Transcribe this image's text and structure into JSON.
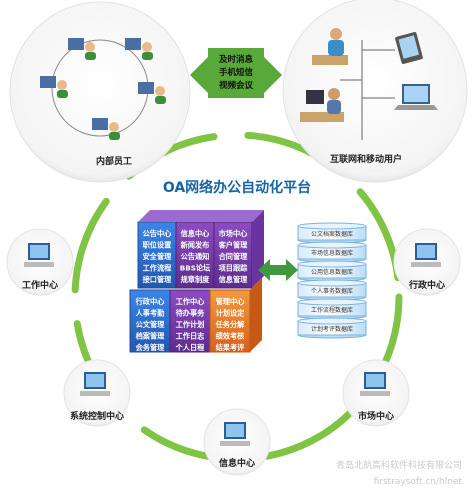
{
  "title": "OA网络办公自动化平台",
  "top_left_label": "内部员工",
  "top_right_label": "互联网和移动用户",
  "center_arrow": [
    "及时消息",
    "手机短信",
    "视频会议"
  ],
  "nodes": {
    "left": "工作中心",
    "bottom_left": "系统控制中心",
    "bottom": "信息中心",
    "bottom_right": "市场中心",
    "right": "行政中心"
  },
  "cube_top": [
    [
      "公告中心",
      "职位设置",
      "安全管理",
      "工作流程",
      "接口管理"
    ],
    [
      "信息中心",
      "新闻发布",
      "公告通知",
      "BBS论坛",
      "规章制度"
    ],
    [
      "市场中心",
      "客户管理",
      "合同管理",
      "项目跟踪",
      "信息管理"
    ]
  ],
  "cube_bottom": [
    [
      "行政中心",
      "人事考勤",
      "公文管理",
      "档案管理",
      "会务管理"
    ],
    [
      "工作中心",
      "待办事务",
      "工作计划",
      "工作日志",
      "个人日程"
    ],
    [
      "管理中心",
      "计划设定",
      "任务分解",
      "绩效考核",
      "结果考评"
    ]
  ],
  "databases": [
    "公文档案数据库",
    "市场信息数据库",
    "公用信息数据库",
    "个人事务数据库",
    "工作流程数据库",
    "计划考评数据库"
  ],
  "watermark": [
    "青岛北航高科软件科技有限公司",
    "firstraysoft.cn/hlnet"
  ],
  "colors": {
    "ring": "#7fc444",
    "arrow": "#58a83a",
    "title": "#1565a8",
    "cube_blue": "#2e6fd0",
    "cube_purple": "#7a3ea8",
    "cube_orange": "#e6781e"
  }
}
